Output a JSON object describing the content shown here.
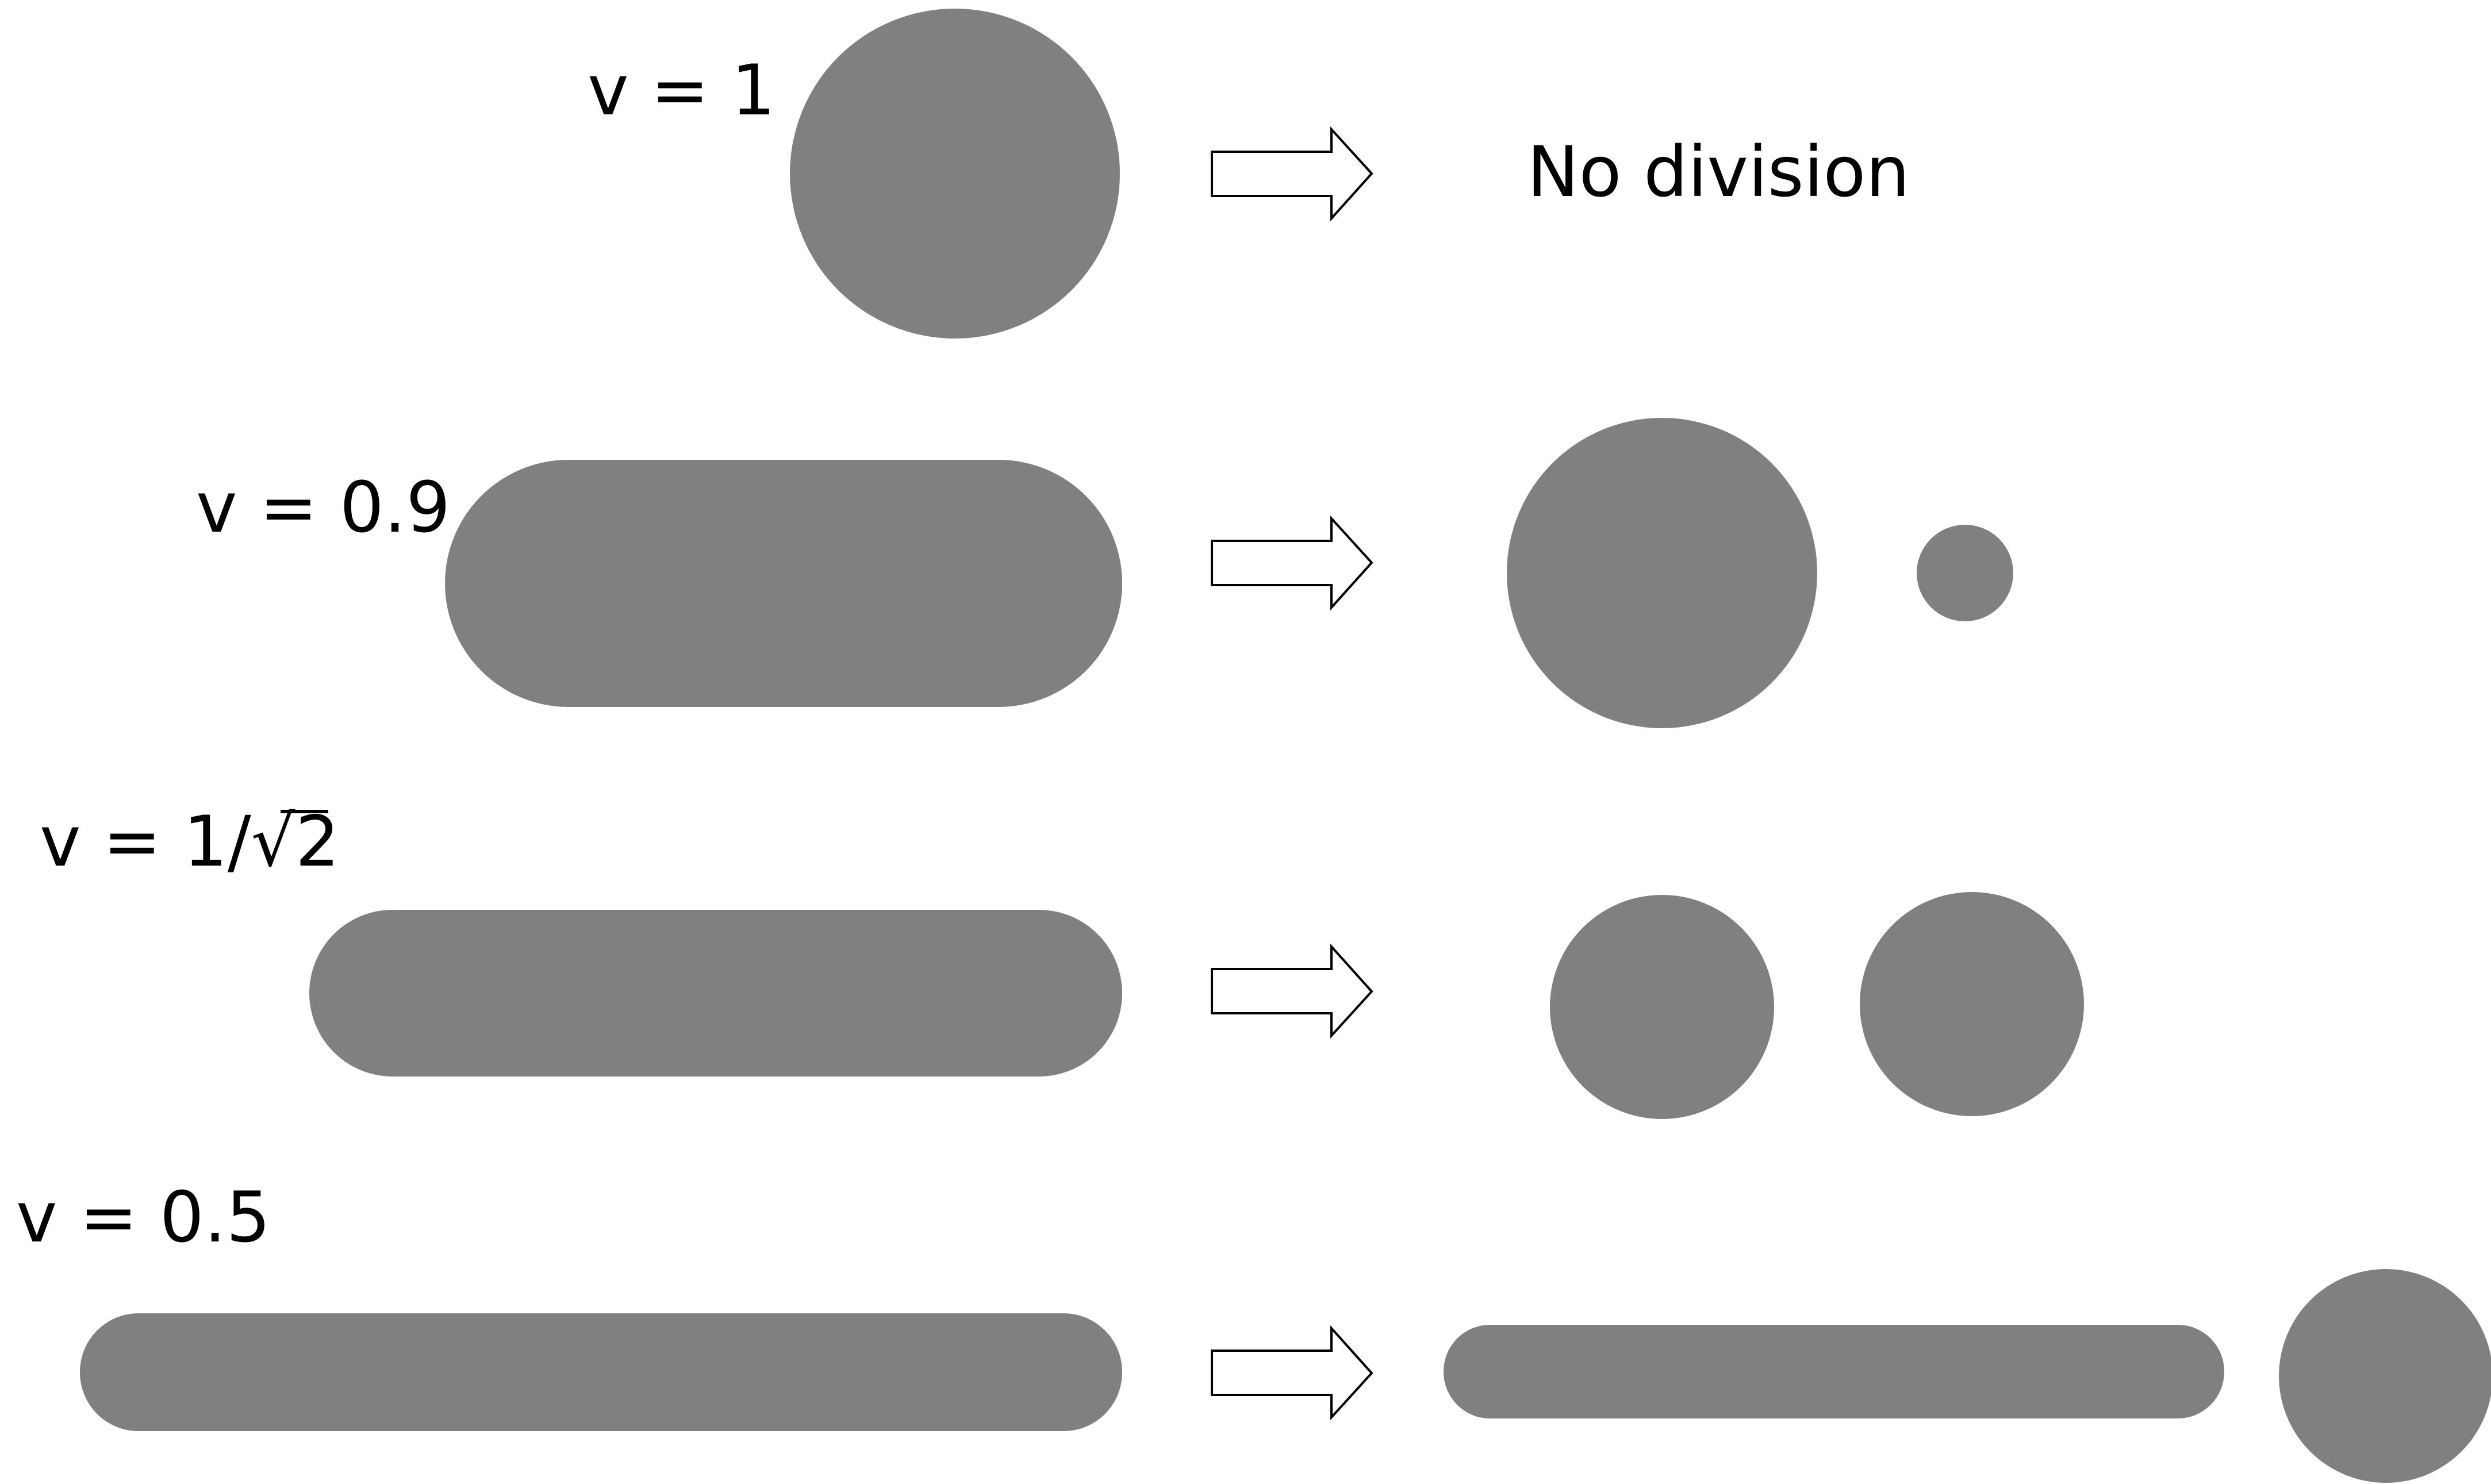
{
  "rows": [
    {
      "label": "v = 1",
      "result_text": "No division"
    },
    {
      "label": "v = 0.9"
    },
    {
      "label_prefix": "v = 1/",
      "label_radicand": "2"
    },
    {
      "label": "v = 0.5"
    }
  ],
  "colors": {
    "shape_fill": "#808080",
    "arrow_fill": "#ffffff",
    "arrow_stroke": "#000000",
    "text": "#000000",
    "background": "#ffffff"
  }
}
